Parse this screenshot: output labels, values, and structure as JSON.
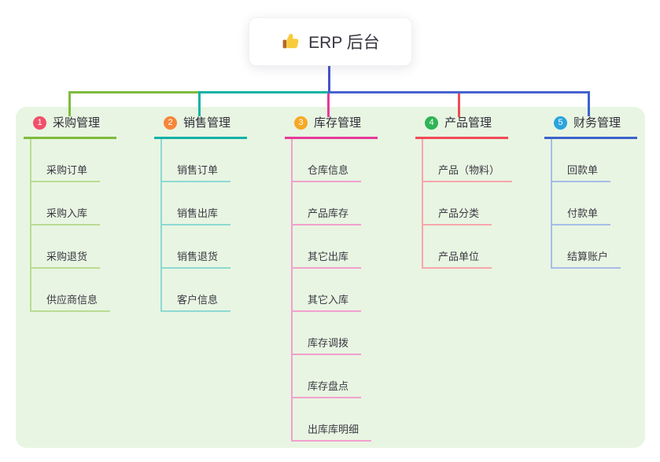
{
  "root": {
    "label": "ERP 后台",
    "icon": "thumbs-up-icon"
  },
  "connector_colors": {
    "stem": "#4853c9",
    "bus_left": "#7fbb3d",
    "bus_mid": "#13b2a6",
    "bus_right": "#4763cf"
  },
  "branches": [
    {
      "index": "1",
      "label": "采购管理",
      "color": "#7fbb3d",
      "light_color": "#b9dc92",
      "badge_color": "#f1506a",
      "children": [
        "采购订单",
        "采购入库",
        "采购退货",
        "供应商信息"
      ]
    },
    {
      "index": "2",
      "label": "销售管理",
      "color": "#13b2a6",
      "light_color": "#8ed9d2",
      "badge_color": "#f6863b",
      "children": [
        "销售订单",
        "销售出库",
        "销售退货",
        "客户信息"
      ]
    },
    {
      "index": "3",
      "label": "库存管理",
      "color": "#e53a9a",
      "light_color": "#f2a0cd",
      "badge_color": "#f7a824",
      "children": [
        "仓库信息",
        "产品库存",
        "其它出库",
        "其它入库",
        "库存调拨",
        "库存盘点",
        "出库库明细"
      ]
    },
    {
      "index": "4",
      "label": "产品管理",
      "color": "#f04a58",
      "light_color": "#f7a6ad",
      "badge_color": "#2fb456",
      "children": [
        "产品（物料）",
        "产品分类",
        "产品单位"
      ]
    },
    {
      "index": "5",
      "label": "财务管理",
      "color": "#3c63cc",
      "light_color": "#a8bce8",
      "badge_color": "#2ba4dd",
      "children": [
        "回款单",
        "付款单",
        "结算账户"
      ]
    }
  ]
}
